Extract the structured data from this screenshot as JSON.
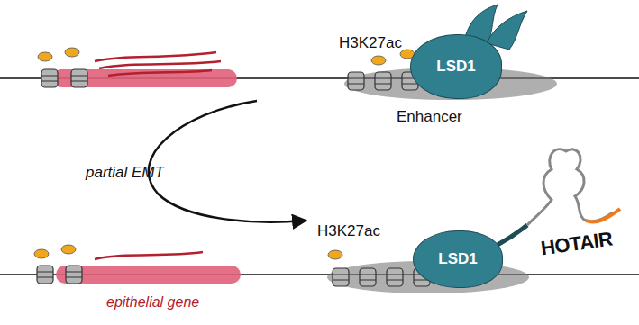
{
  "diagram": {
    "nodes": [
      {
        "text": [
          "LSD1"
        ]
      },
      {
        "text": [
          "LSD1"
        ]
      }
    ],
    "labels": [
      "H3K27ac",
      "Enhancer",
      "partial EMT",
      "H3K27ac",
      "HOTAIR",
      "epithelial gene"
    ]
  }
}
